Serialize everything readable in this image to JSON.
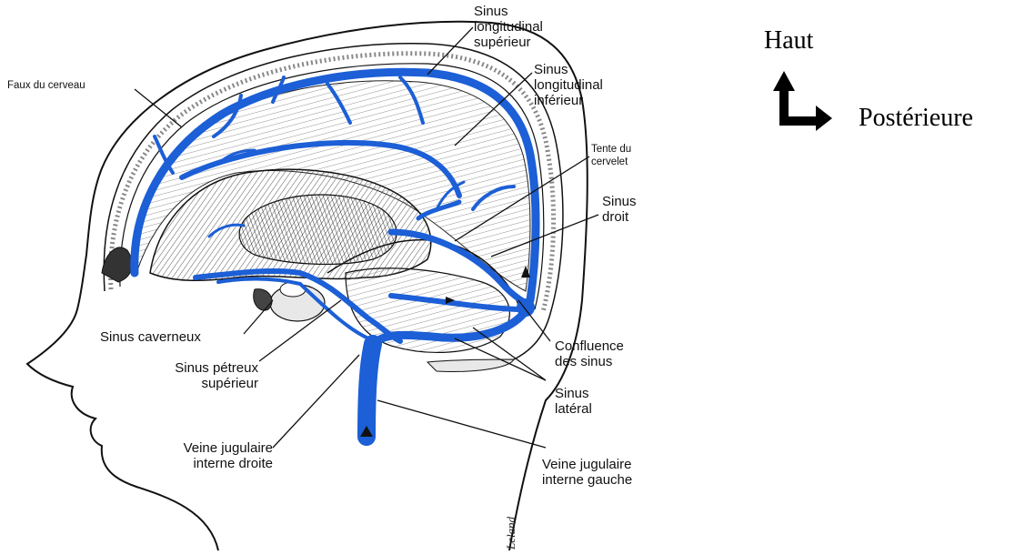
{
  "orientation": {
    "up_label": "Haut",
    "posterior_label": "Postérieure"
  },
  "labels": {
    "sinus_long_sup": [
      "Sinus",
      "longitudinal",
      "supérieur"
    ],
    "sinus_long_inf": [
      "Sinus",
      "longitudinal",
      "inférieur"
    ],
    "faux_cerveau": "Faux du cerveau",
    "tente_cervelet": [
      "Tente du",
      "cervelet"
    ],
    "sinus_droit": [
      "Sinus",
      "droit"
    ],
    "sinus_caverneux": "Sinus caverneux",
    "sinus_petreux": [
      "Sinus pétreux",
      "supérieur"
    ],
    "confluence": [
      "Confluence",
      "des sinus"
    ],
    "sinus_lateral": [
      "Sinus",
      "latéral"
    ],
    "veine_jug_droite": [
      "Veine jugulaire",
      "interne droite"
    ],
    "veine_jug_gauche": [
      "Veine jugulaire",
      "interne gauche"
    ],
    "signature": "Leland"
  },
  "colors": {
    "sinus_blue": "#1c5fd6",
    "line": "#111111",
    "brain_fill": "#cfcfcf"
  }
}
